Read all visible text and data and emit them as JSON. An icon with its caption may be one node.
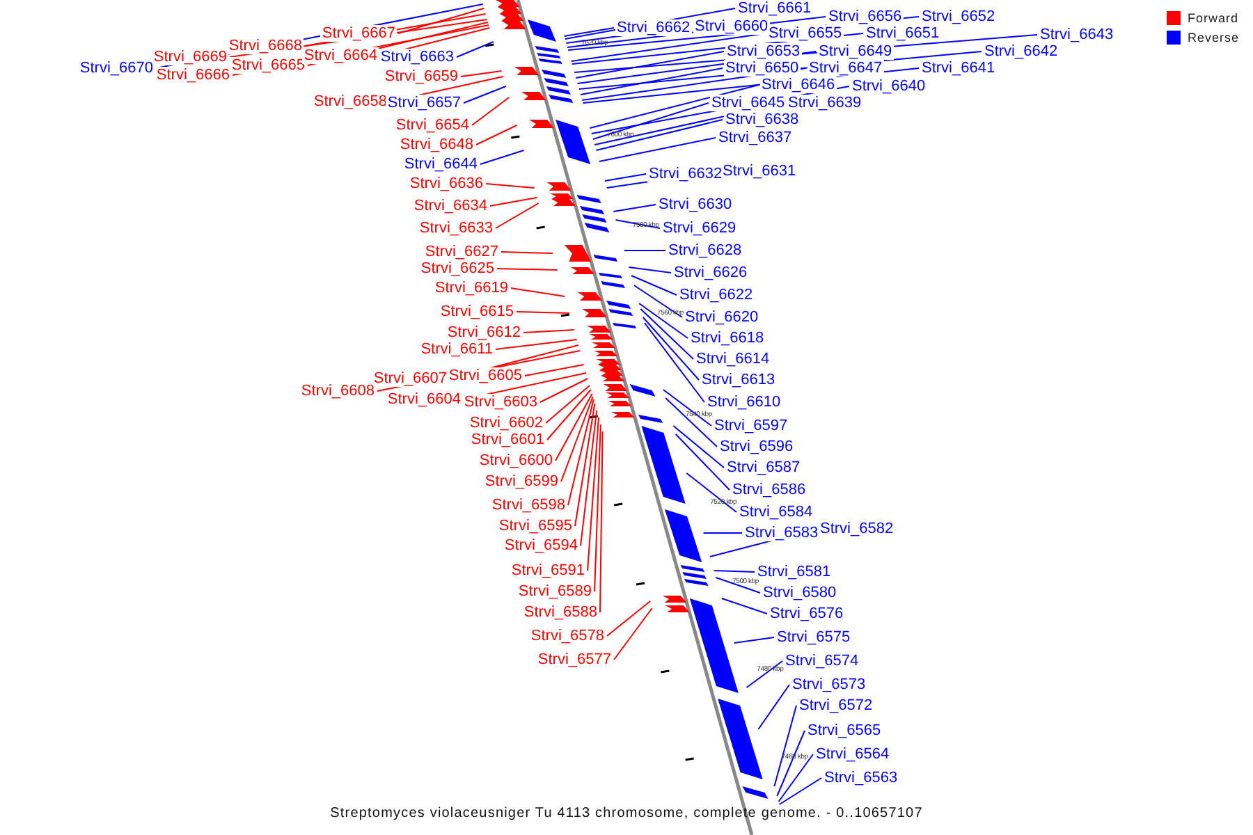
{
  "diagram": {
    "caption": "Streptomyces violaceusniger Tu 4113 chromosome, complete genome. - 0..10657107",
    "nodes": [
      {
        "text": [
          "Strvi_6667"
        ]
      },
      {
        "text": [
          "Strvi_6668"
        ]
      },
      {
        "text": [
          "Strvi_6669"
        ]
      },
      {
        "text": [
          "Strvi_6670"
        ]
      },
      {
        "text": [
          "Strvi_6666"
        ]
      },
      {
        "text": [
          "Strvi_6665"
        ]
      },
      {
        "text": [
          "Strvi_6664"
        ]
      },
      {
        "text": [
          "Strvi_6663"
        ]
      },
      {
        "text": [
          "Strvi_6659"
        ]
      },
      {
        "text": [
          "Strvi_6658"
        ]
      },
      {
        "text": [
          "Strvi_6657"
        ]
      },
      {
        "text": [
          "Strvi_6654"
        ]
      },
      {
        "text": [
          "Strvi_6648"
        ]
      },
      {
        "text": [
          "Strvi_6644"
        ]
      },
      {
        "text": [
          "Strvi_6636"
        ]
      },
      {
        "text": [
          "Strvi_6634"
        ]
      },
      {
        "text": [
          "Strvi_6633"
        ]
      },
      {
        "text": [
          "Strvi_6627"
        ]
      },
      {
        "text": [
          "Strvi_6625"
        ]
      },
      {
        "text": [
          "Strvi_6619"
        ]
      },
      {
        "text": [
          "Strvi_6615"
        ]
      },
      {
        "text": [
          "Strvi_6612"
        ]
      },
      {
        "text": [
          "Strvi_6611"
        ]
      },
      {
        "text": [
          "Strvi_6607"
        ]
      },
      {
        "text": [
          "Strvi_6608"
        ]
      },
      {
        "text": [
          "Strvi_6605"
        ]
      },
      {
        "text": [
          "Strvi_6604"
        ]
      },
      {
        "text": [
          "Strvi_6603"
        ]
      },
      {
        "text": [
          "Strvi_6602"
        ]
      },
      {
        "text": [
          "Strvi_6601"
        ]
      },
      {
        "text": [
          "Strvi_6600"
        ]
      },
      {
        "text": [
          "Strvi_6599"
        ]
      },
      {
        "text": [
          "Strvi_6598"
        ]
      },
      {
        "text": [
          "Strvi_6595"
        ]
      },
      {
        "text": [
          "Strvi_6594"
        ]
      },
      {
        "text": [
          "Strvi_6591"
        ]
      },
      {
        "text": [
          "Strvi_6589"
        ]
      },
      {
        "text": [
          "Strvi_6588"
        ]
      },
      {
        "text": [
          "Strvi_6578"
        ]
      },
      {
        "text": [
          "Strvi_6577"
        ]
      },
      {
        "text": [
          "Strvi_6661"
        ]
      },
      {
        "text": [
          "Strvi_6662"
        ]
      },
      {
        "text": [
          "Strvi_6660"
        ]
      },
      {
        "text": [
          "Strvi_6656"
        ]
      },
      {
        "text": [
          "Strvi_6652"
        ]
      },
      {
        "text": [
          "Strvi_6655"
        ]
      },
      {
        "text": [
          "Strvi_6651"
        ]
      },
      {
        "text": [
          "Strvi_6643"
        ]
      },
      {
        "text": [
          "Strvi_6653"
        ]
      },
      {
        "text": [
          "Strvi_6649"
        ]
      },
      {
        "text": [
          "Strvi_6642"
        ]
      },
      {
        "text": [
          "Strvi_6650"
        ]
      },
      {
        "text": [
          "Strvi_6647"
        ]
      },
      {
        "text": [
          "Strvi_6641"
        ]
      },
      {
        "text": [
          "Strvi_6646"
        ]
      },
      {
        "text": [
          "Strvi_6640"
        ]
      },
      {
        "text": [
          "Strvi_6645"
        ]
      },
      {
        "text": [
          "Strvi_6639"
        ]
      },
      {
        "text": [
          "Strvi_6638"
        ]
      },
      {
        "text": [
          "Strvi_6637"
        ]
      },
      {
        "text": [
          "Strvi_6632"
        ]
      },
      {
        "text": [
          "Strvi_6631"
        ]
      },
      {
        "text": [
          "Strvi_6630"
        ]
      },
      {
        "text": [
          "Strvi_6629"
        ]
      },
      {
        "text": [
          "Strvi_6628"
        ]
      },
      {
        "text": [
          "Strvi_6626"
        ]
      },
      {
        "text": [
          "Strvi_6622"
        ]
      },
      {
        "text": [
          "Strvi_6620"
        ]
      },
      {
        "text": [
          "Strvi_6618"
        ]
      },
      {
        "text": [
          "Strvi_6614"
        ]
      },
      {
        "text": [
          "Strvi_6613"
        ]
      },
      {
        "text": [
          "Strvi_6610"
        ]
      },
      {
        "text": [
          "Strvi_6597"
        ]
      },
      {
        "text": [
          "Strvi_6596"
        ]
      },
      {
        "text": [
          "Strvi_6587"
        ]
      },
      {
        "text": [
          "Strvi_6586"
        ]
      },
      {
        "text": [
          "Strvi_6584"
        ]
      },
      {
        "text": [
          "Strvi_6583"
        ]
      },
      {
        "text": [
          "Strvi_6582"
        ]
      },
      {
        "text": [
          "Strvi_6581"
        ]
      },
      {
        "text": [
          "Strvi_6580"
        ]
      },
      {
        "text": [
          "Strvi_6576"
        ]
      },
      {
        "text": [
          "Strvi_6575"
        ]
      },
      {
        "text": [
          "Strvi_6574"
        ]
      },
      {
        "text": [
          "Strvi_6573"
        ]
      },
      {
        "text": [
          "Strvi_6572"
        ]
      },
      {
        "text": [
          "Strvi_6565"
        ]
      },
      {
        "text": [
          "Strvi_6564"
        ]
      },
      {
        "text": [
          "Strvi_6563"
        ]
      }
    ],
    "edges": [
      {
        "from": 0,
        "to": null,
        "arrow": "none",
        "color": "#ff0000"
      },
      {
        "from": 1,
        "to": null,
        "arrow": "none",
        "color": "#ff0000"
      },
      {
        "from": 2,
        "to": null,
        "arrow": "none",
        "color": "#ff0000"
      },
      {
        "from": 3,
        "to": null,
        "arrow": "none",
        "color": "#0000ff"
      },
      {
        "from": 4,
        "to": null,
        "arrow": "none",
        "color": "#ff0000"
      },
      {
        "from": 5,
        "to": null,
        "arrow": "none",
        "color": "#ff0000"
      },
      {
        "from": 6,
        "to": null,
        "arrow": "none",
        "color": "#ff0000"
      },
      {
        "from": 7,
        "to": null,
        "arrow": "none",
        "color": "#0000ff"
      },
      {
        "from": 8,
        "to": null,
        "arrow": "none",
        "color": "#ff0000"
      },
      {
        "from": 9,
        "to": null,
        "arrow": "none",
        "color": "#ff0000"
      },
      {
        "from": 10,
        "to": null,
        "arrow": "none",
        "color": "#0000ff"
      },
      {
        "from": 11,
        "to": null,
        "arrow": "none",
        "color": "#ff0000"
      },
      {
        "from": 12,
        "to": null,
        "arrow": "none",
        "color": "#ff0000"
      },
      {
        "from": 13,
        "to": null,
        "arrow": "none",
        "color": "#0000ff"
      },
      {
        "from": 14,
        "to": null,
        "arrow": "none",
        "color": "#ff0000"
      },
      {
        "from": 15,
        "to": null,
        "arrow": "none",
        "color": "#ff0000"
      },
      {
        "from": 16,
        "to": null,
        "arrow": "none",
        "color": "#ff0000"
      },
      {
        "from": 17,
        "to": null,
        "arrow": "none",
        "color": "#ff0000"
      },
      {
        "from": 18,
        "to": null,
        "arrow": "none",
        "color": "#ff0000"
      },
      {
        "from": 19,
        "to": null,
        "arrow": "none",
        "color": "#ff0000"
      },
      {
        "from": 20,
        "to": null,
        "arrow": "none",
        "color": "#ff0000"
      },
      {
        "from": 21,
        "to": null,
        "arrow": "none",
        "color": "#ff0000"
      },
      {
        "from": 22,
        "to": null,
        "arrow": "none",
        "color": "#ff0000"
      },
      {
        "from": 23,
        "to": null,
        "arrow": "none",
        "color": "#ff0000"
      },
      {
        "from": 24,
        "to": null,
        "arrow": "none",
        "color": "#ff0000"
      },
      {
        "from": 25,
        "to": null,
        "arrow": "none",
        "color": "#ff0000"
      },
      {
        "from": 26,
        "to": null,
        "arrow": "none",
        "color": "#ff0000"
      },
      {
        "from": 27,
        "to": null,
        "arrow": "none",
        "color": "#ff0000"
      },
      {
        "from": 28,
        "to": null,
        "arrow": "none",
        "color": "#ff0000"
      },
      {
        "from": 29,
        "to": null,
        "arrow": "none",
        "color": "#ff0000"
      },
      {
        "from": 30,
        "to": null,
        "arrow": "none",
        "color": "#ff0000"
      },
      {
        "from": 31,
        "to": null,
        "arrow": "none",
        "color": "#ff0000"
      },
      {
        "from": 32,
        "to": null,
        "arrow": "none",
        "color": "#ff0000"
      },
      {
        "from": 33,
        "to": null,
        "arrow": "none",
        "color": "#ff0000"
      },
      {
        "from": 34,
        "to": null,
        "arrow": "none",
        "color": "#ff0000"
      },
      {
        "from": 35,
        "to": null,
        "arrow": "none",
        "color": "#ff0000"
      },
      {
        "from": 36,
        "to": null,
        "arrow": "none",
        "color": "#ff0000"
      },
      {
        "from": 37,
        "to": null,
        "arrow": "none",
        "color": "#ff0000"
      },
      {
        "from": 38,
        "to": null,
        "arrow": "none",
        "color": "#ff0000"
      },
      {
        "from": 39,
        "to": null,
        "arrow": "none",
        "color": "#ff0000"
      },
      {
        "from": 40,
        "to": null,
        "arrow": "none",
        "color": "#0000ff"
      },
      {
        "from": 41,
        "to": null,
        "arrow": "none",
        "color": "#0000ff"
      },
      {
        "from": 42,
        "to": null,
        "arrow": "none",
        "color": "#0000ff"
      },
      {
        "from": 43,
        "to": null,
        "arrow": "none",
        "color": "#0000ff"
      },
      {
        "from": 44,
        "to": null,
        "arrow": "none",
        "color": "#0000ff"
      },
      {
        "from": 45,
        "to": null,
        "arrow": "none",
        "color": "#0000ff"
      },
      {
        "from": 46,
        "to": null,
        "arrow": "none",
        "color": "#0000ff"
      },
      {
        "from": 47,
        "to": null,
        "arrow": "none",
        "color": "#0000ff"
      },
      {
        "from": 48,
        "to": null,
        "arrow": "none",
        "color": "#0000ff"
      },
      {
        "from": 49,
        "to": null,
        "arrow": "none",
        "color": "#0000ff"
      },
      {
        "from": 50,
        "to": null,
        "arrow": "none",
        "color": "#0000ff"
      },
      {
        "from": 51,
        "to": null,
        "arrow": "none",
        "color": "#0000ff"
      },
      {
        "from": 52,
        "to": null,
        "arrow": "none",
        "color": "#0000ff"
      },
      {
        "from": 53,
        "to": null,
        "arrow": "none",
        "color": "#0000ff"
      },
      {
        "from": 54,
        "to": null,
        "arrow": "none",
        "color": "#0000ff"
      },
      {
        "from": 55,
        "to": null,
        "arrow": "none",
        "color": "#0000ff"
      },
      {
        "from": 56,
        "to": null,
        "arrow": "none",
        "color": "#0000ff"
      },
      {
        "from": 57,
        "to": null,
        "arrow": "none",
        "color": "#0000ff"
      },
      {
        "from": 58,
        "to": null,
        "arrow": "none",
        "color": "#0000ff"
      },
      {
        "from": 59,
        "to": null,
        "arrow": "none",
        "color": "#0000ff"
      },
      {
        "from": 60,
        "to": null,
        "arrow": "none",
        "color": "#0000ff"
      },
      {
        "from": 61,
        "to": null,
        "arrow": "none",
        "color": "#0000ff"
      },
      {
        "from": 62,
        "to": null,
        "arrow": "none",
        "color": "#0000ff"
      },
      {
        "from": 63,
        "to": null,
        "arrow": "none",
        "color": "#0000ff"
      },
      {
        "from": 64,
        "to": null,
        "arrow": "none",
        "color": "#0000ff"
      },
      {
        "from": 65,
        "to": null,
        "arrow": "none",
        "color": "#0000ff"
      },
      {
        "from": 66,
        "to": null,
        "arrow": "none",
        "color": "#0000ff"
      },
      {
        "from": 67,
        "to": null,
        "arrow": "none",
        "color": "#0000ff"
      },
      {
        "from": 68,
        "to": null,
        "arrow": "none",
        "color": "#0000ff"
      },
      {
        "from": 69,
        "to": null,
        "arrow": "none",
        "color": "#0000ff"
      },
      {
        "from": 70,
        "to": null,
        "arrow": "none",
        "color": "#0000ff"
      },
      {
        "from": 71,
        "to": null,
        "arrow": "none",
        "color": "#0000ff"
      },
      {
        "from": 72,
        "to": null,
        "arrow": "none",
        "color": "#0000ff"
      },
      {
        "from": 73,
        "to": null,
        "arrow": "none",
        "color": "#0000ff"
      },
      {
        "from": 74,
        "to": null,
        "arrow": "none",
        "color": "#0000ff"
      },
      {
        "from": 75,
        "to": null,
        "arrow": "none",
        "color": "#0000ff"
      },
      {
        "from": 76,
        "to": null,
        "arrow": "none",
        "color": "#0000ff"
      },
      {
        "from": 77,
        "to": null,
        "arrow": "none",
        "color": "#0000ff"
      },
      {
        "from": 78,
        "to": null,
        "arrow": "none",
        "color": "#0000ff"
      },
      {
        "from": 79,
        "to": null,
        "arrow": "none",
        "color": "#0000ff"
      },
      {
        "from": 80,
        "to": null,
        "arrow": "none",
        "color": "#0000ff"
      },
      {
        "from": 81,
        "to": null,
        "arrow": "none",
        "color": "#0000ff"
      },
      {
        "from": 82,
        "to": null,
        "arrow": "none",
        "color": "#0000ff"
      },
      {
        "from": 83,
        "to": null,
        "arrow": "none",
        "color": "#0000ff"
      },
      {
        "from": 84,
        "to": null,
        "arrow": "none",
        "color": "#0000ff"
      },
      {
        "from": 85,
        "to": null,
        "arrow": "none",
        "color": "#0000ff"
      },
      {
        "from": 86,
        "to": null,
        "arrow": "none",
        "color": "#0000ff"
      },
      {
        "from": 87,
        "to": null,
        "arrow": "none",
        "color": "#0000ff"
      },
      {
        "from": 88,
        "to": null,
        "arrow": "none",
        "color": "#0000ff"
      }
    ],
    "labels": [
      "7620 kbp",
      "7600 kbp",
      "7580 kbp",
      "7560 kbp",
      "7540 kbp",
      "7520 kbp",
      "7500 kbp",
      "7480 kbp",
      "7460 kbp"
    ],
    "legend": [
      {
        "text": "Forward",
        "color": "#ff0000"
      },
      {
        "text": "Reverse",
        "color": "#0000ff"
      }
    ]
  }
}
